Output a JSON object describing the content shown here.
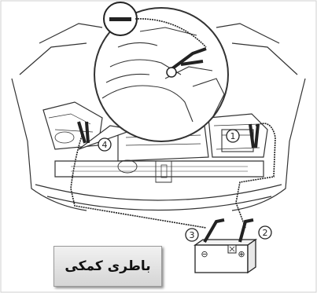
{
  "title": "",
  "callouts": {
    "negative_sign": "—",
    "num1": "1",
    "num2": "2",
    "num3": "3",
    "num4": "4",
    "batt_minus": "⊖",
    "batt_plus": "⊕"
  },
  "caption": {
    "label": "باطری کمکی"
  },
  "colors": {
    "line": "#222222",
    "caption_bg": "#e3e3e3",
    "clamp_fill": "#444444"
  }
}
